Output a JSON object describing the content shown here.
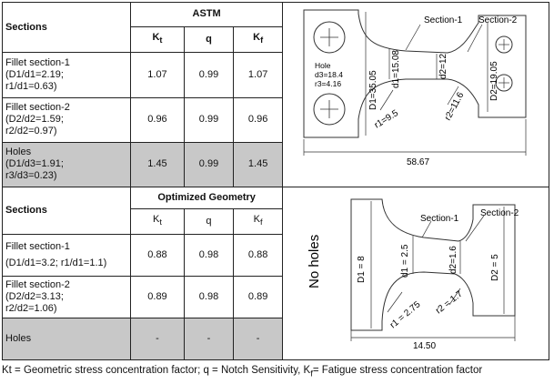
{
  "astm": {
    "sections_header": "Sections",
    "group_title": "ASTM",
    "sym_kt": "K",
    "sym_kt_sub": "t",
    "sym_q": "q",
    "sym_kf": "K",
    "sym_kf_sub": "f",
    "rows": [
      {
        "l1": "Fillet section-1",
        "l2": "(D1/d1=2.19;",
        "l3": "r1/d1=0.63)",
        "kt": "1.07",
        "q": "0.99",
        "kf": "1.07"
      },
      {
        "l1": "Fillet section-2",
        "l2": "(D2/d2=1.59;",
        "l3": "r2/d2=0.97)",
        "kt": "0.96",
        "q": "0.99",
        "kf": "0.96"
      },
      {
        "l1": "Holes",
        "l2": "(D1/d3=1.91;",
        "l3": "r3/d3=0.23)",
        "kt": "1.45",
        "q": "0.99",
        "kf": "1.45"
      }
    ],
    "figure": {
      "section1": "Section-1",
      "section2": "Section-2",
      "hole_l1": "Hole",
      "hole_l2": "d3=18.4",
      "hole_l3": "r3=4.16",
      "D1": "D1=35.05",
      "d1": "d1=15.08",
      "d2": "d2=12",
      "D2": "D2=19.05",
      "r1": "r1=9.5",
      "r2": "r2=11.6",
      "length": "58.67"
    }
  },
  "opt": {
    "sections_header": "Sections",
    "group_title": "Optimized Geometry",
    "sym_kt": "K",
    "sym_kt_sub": "t",
    "sym_q": "q",
    "sym_kf": "K",
    "sym_kf_sub": "f",
    "rows": [
      {
        "l1": "Fillet section-1",
        "l2": "(D1/d1=3.2; r1/d1=1.1)",
        "kt": "0.88",
        "q": "0.98",
        "kf": "0.88"
      },
      {
        "l1": "Fillet section-2",
        "l2": "(D2/d2=3.13;",
        "l3": "r2/d2=1.06)",
        "kt": "0.89",
        "q": "0.98",
        "kf": "0.89"
      },
      {
        "l1": "Holes",
        "kt": "-",
        "q": "-",
        "kf": "-"
      }
    ],
    "figure": {
      "no_holes": "No holes",
      "section1": "Section-1",
      "section2": "Section-2",
      "D1": "D1 = 8",
      "d1": "d1 = 2.5",
      "d2": "d2=1.6",
      "D2": "D2 = 5",
      "r1": "r1 = 2.75",
      "r2": "r2 = 1.7",
      "length": "14.50"
    }
  },
  "footer": {
    "p1": "Kt = Geometric stress concentration factor; q = Notch Sensitivity, K",
    "p1_sub": "f",
    "p2": "= Fatigue stress concentration factor"
  }
}
